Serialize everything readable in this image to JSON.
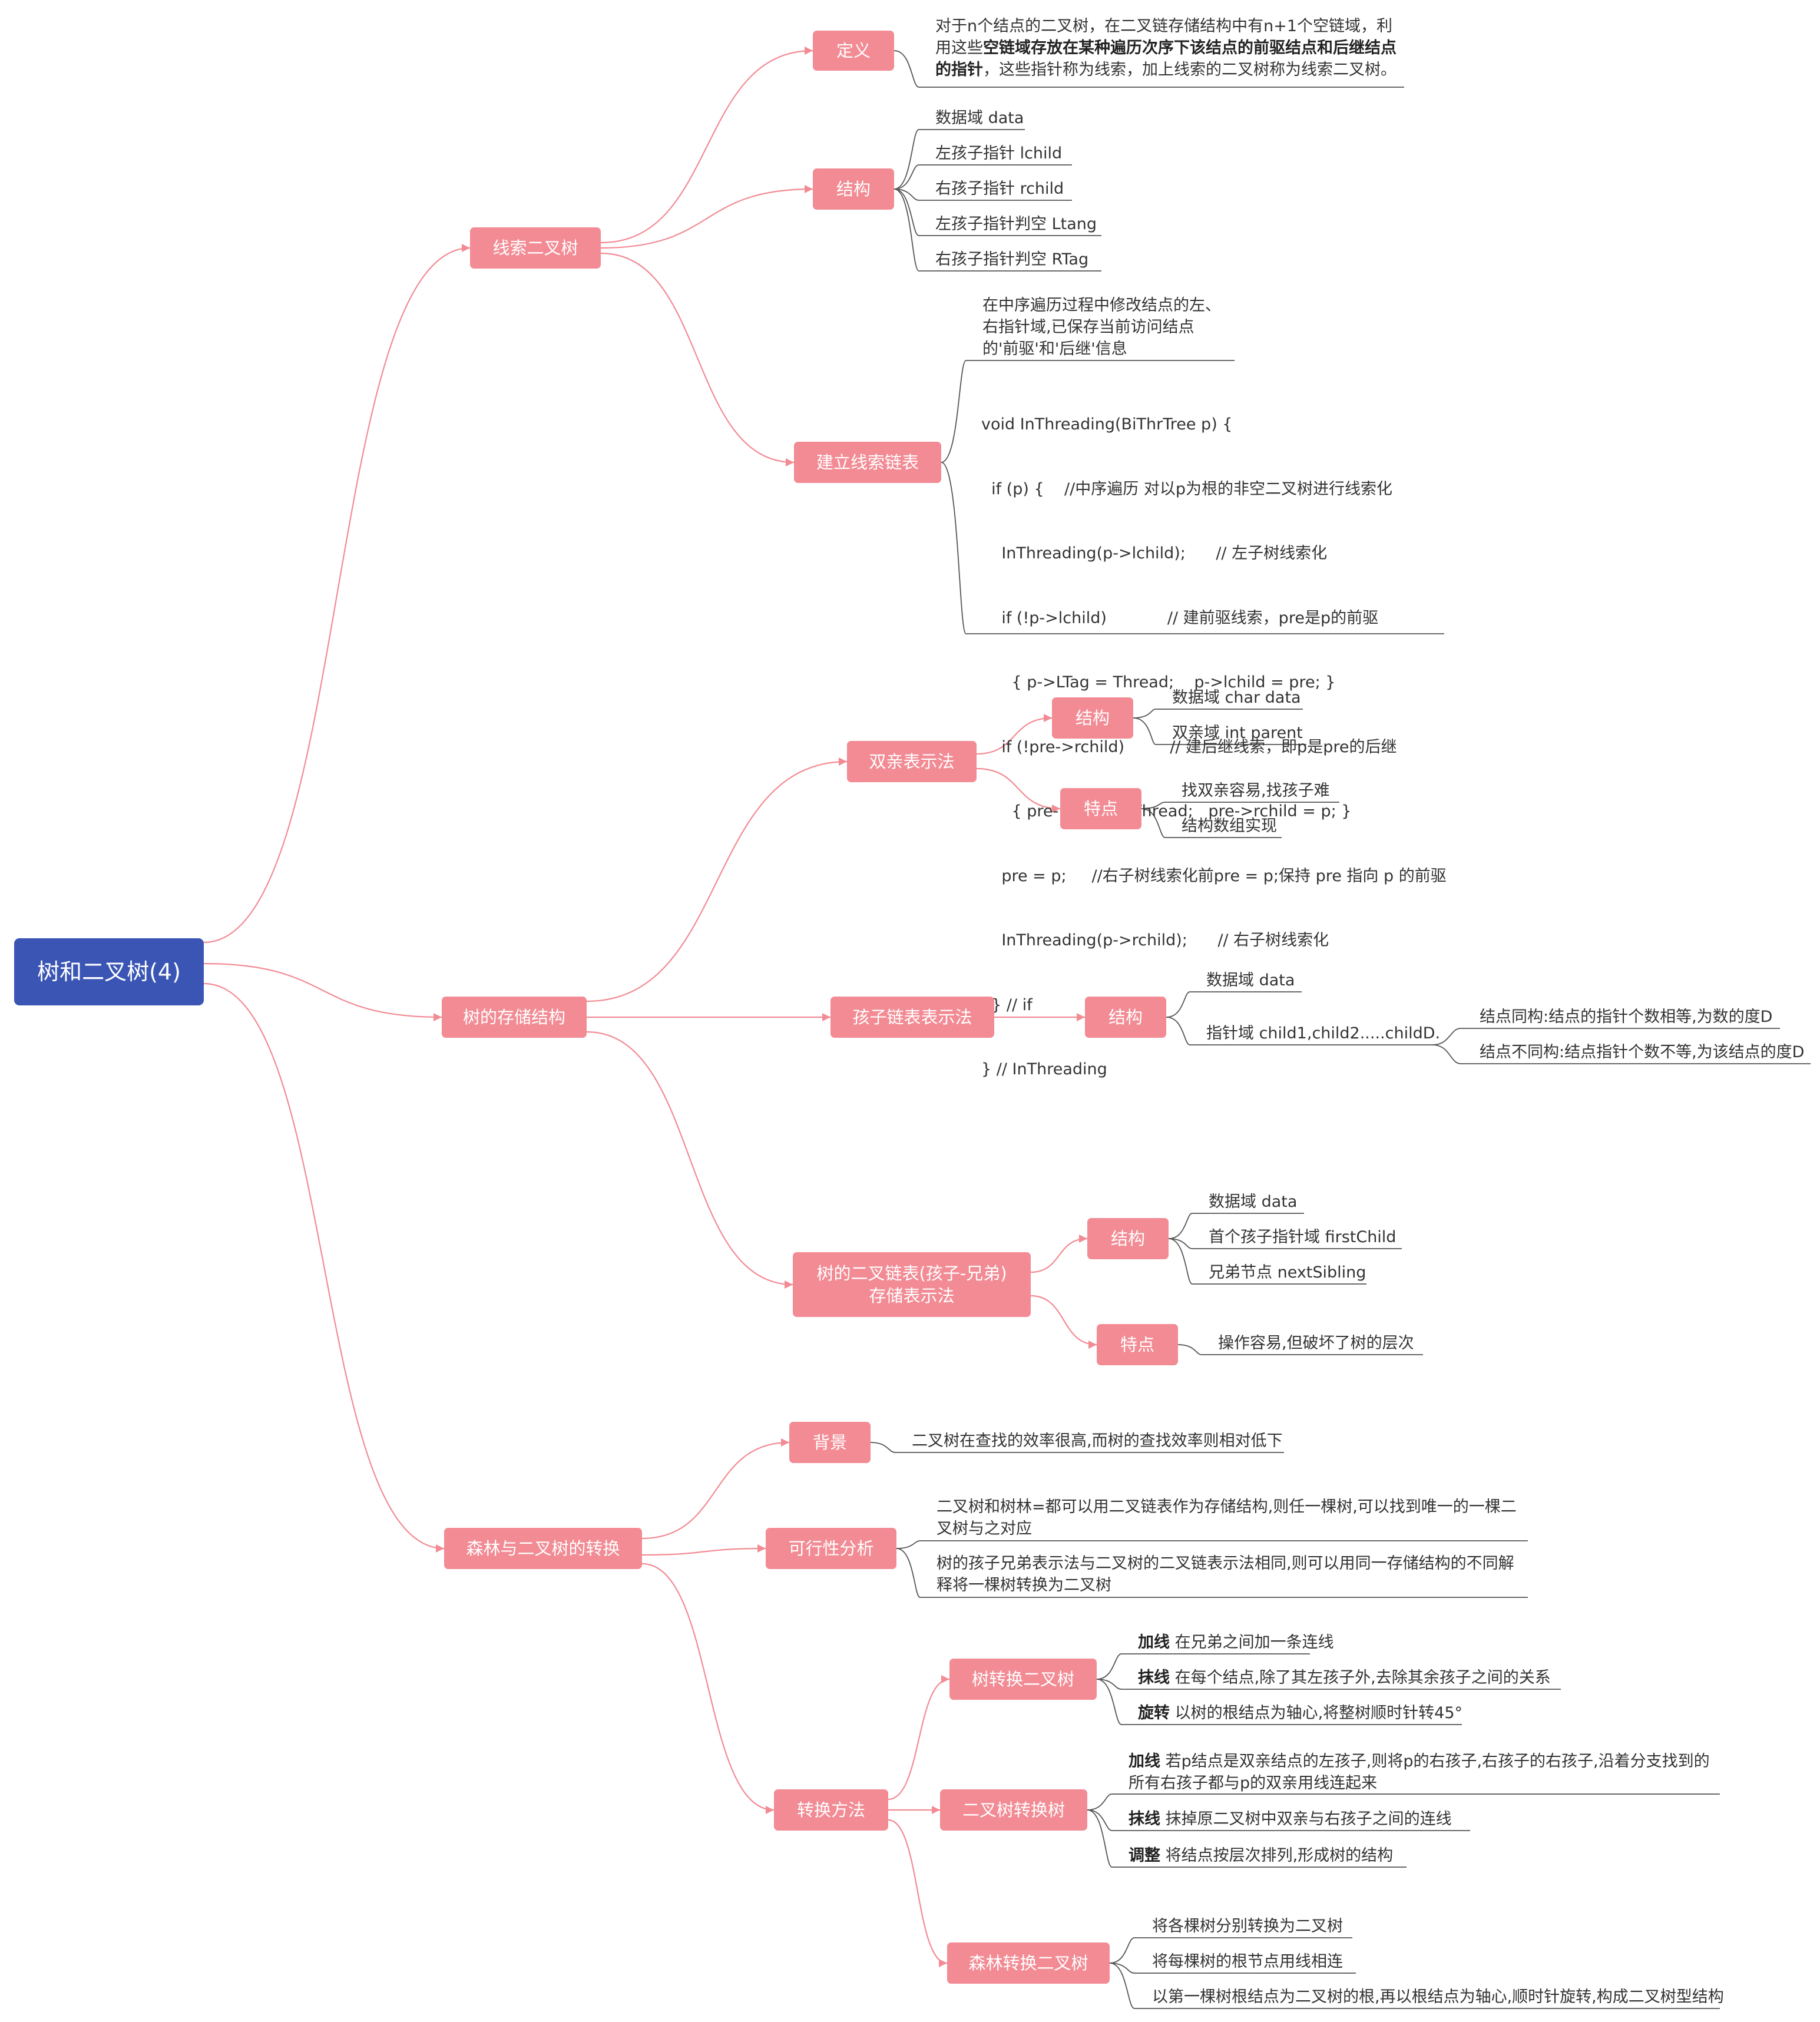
{
  "colors": {
    "root": "#3a55b4",
    "node": "#f28b94",
    "line": "#f28b94",
    "underline": "#555555"
  },
  "root": "树和二叉树(4)",
  "sec1": {
    "title": "线索二叉树",
    "definition": {
      "label": "定义",
      "line1": "对于n个结点的二叉树，在二叉链存储结构中有n+1个空链域，利",
      "line2_pre": "用这些",
      "line2_bold": "空链域存放在某种遍历次序下该结点的前驱结点和后继结点",
      "line3_bold": "的指针",
      "line3_post": "，这些指针称为线索，加上线索的二叉树称为线索二叉树。"
    },
    "structure": {
      "label": "结构",
      "items": [
        "数据域 data",
        "左孩子指针 lchild",
        "右孩子指针 rchild",
        "左孩子指针判空 Ltang",
        "右孩子指针判空 RTag"
      ]
    },
    "build": {
      "label": "建立线索链表",
      "desc": [
        "在中序遍历过程中修改结点的左、",
        "右指针域,已保存当前访问结点",
        "的'前驱'和'后继'信息"
      ],
      "code": [
        "void InThreading(BiThrTree p) {",
        "  if (p) {    //中序遍历 对以p为根的非空二叉树进行线索化",
        "    InThreading(p->lchild);      // 左子树线索化",
        "    if (!p->lchild)            // 建前驱线索，pre是p的前驱",
        "      { p->LTag = Thread;    p->lchild = pre; }",
        "    if (!pre->rchild)         // 建后继线索，即p是pre的后继",
        "      { pre->RTag = Thread;   pre->rchild = p; }",
        "    pre = p;     //右子树线索化前pre = p;保持 pre 指向 p 的前驱",
        "    InThreading(p->rchild);      // 右子树线索化",
        "  } // if",
        "} // InThreading"
      ]
    }
  },
  "sec2": {
    "title": "树的存储结构",
    "parent_rep": {
      "label": "双亲表示法",
      "structure": {
        "label": "结构",
        "items": [
          "数据域 char data",
          "双亲域 int parent"
        ]
      },
      "feature": {
        "label": "特点",
        "items": [
          "找双亲容易,找孩子难",
          "结构数组实现"
        ]
      }
    },
    "child_rep": {
      "label": "孩子链表表示法",
      "structure": {
        "label": "结构",
        "data": "数据域 data",
        "ptr": "指针域 child1,child2.....childD.",
        "same": "结点同构:结点的指针个数相等,为数的度D",
        "diff": "结点不同构:结点指针个数不等,为该结点的度D"
      }
    },
    "cs_rep": {
      "label_line1": "树的二叉链表(孩子-兄弟)",
      "label_line2": "存储表示法",
      "structure": {
        "label": "结构",
        "items": [
          "数据域 data",
          "首个孩子指针域 firstChild",
          "兄弟节点 nextSibling"
        ]
      },
      "feature": {
        "label": "特点",
        "items": [
          "操作容易,但破坏了树的层次"
        ]
      }
    }
  },
  "sec3": {
    "title": "森林与二叉树的转换",
    "background": {
      "label": "背景",
      "text": "二叉树在查找的效率很高,而树的查找效率则相对低下"
    },
    "feasibility": {
      "label": "可行性分析",
      "p1": [
        "二叉树和树林=都可以用二叉链表作为存储结构,则任一棵树,可以找到唯一的一棵二",
        "叉树与之对应"
      ],
      "p2": [
        "树的孩子兄弟表示法与二叉树的二叉链表示法相同,则可以用同一存储结构的不同解",
        "释将一棵树转换为二叉树"
      ]
    },
    "methods": {
      "label": "转换方法",
      "tree2bin": {
        "label": "树转换二叉树",
        "items": [
          {
            "bold": "加线",
            "text": "在兄弟之间加一条连线"
          },
          {
            "bold": "抹线",
            "text": "在每个结点,除了其左孩子外,去除其余孩子之间的关系"
          },
          {
            "bold": "旋转",
            "text": "以树的根结点为轴心,将整树顺时针转45°"
          }
        ]
      },
      "bin2tree": {
        "label": "二叉树转换树",
        "item1_bold": "加线",
        "item1_text1": "若p结点是双亲结点的左孩子,则将p的右孩子,右孩子的右孩子,沿着分支找到的",
        "item1_text2": "所有右孩子都与p的双亲用线连起来",
        "items": [
          {
            "bold": "抹线",
            "text": "抹掉原二叉树中双亲与右孩子之间的连线"
          },
          {
            "bold": "调整",
            "text": "将结点按层次排列,形成树的结构"
          }
        ]
      },
      "forest2bin": {
        "label": "森林转换二叉树",
        "items": [
          "将各棵树分别转换为二叉树",
          "将每棵树的根节点用线相连",
          "以第一棵树根结点为二叉树的根,再以根结点为轴心,顺时针旋转,构成二叉树型结构"
        ]
      }
    }
  }
}
